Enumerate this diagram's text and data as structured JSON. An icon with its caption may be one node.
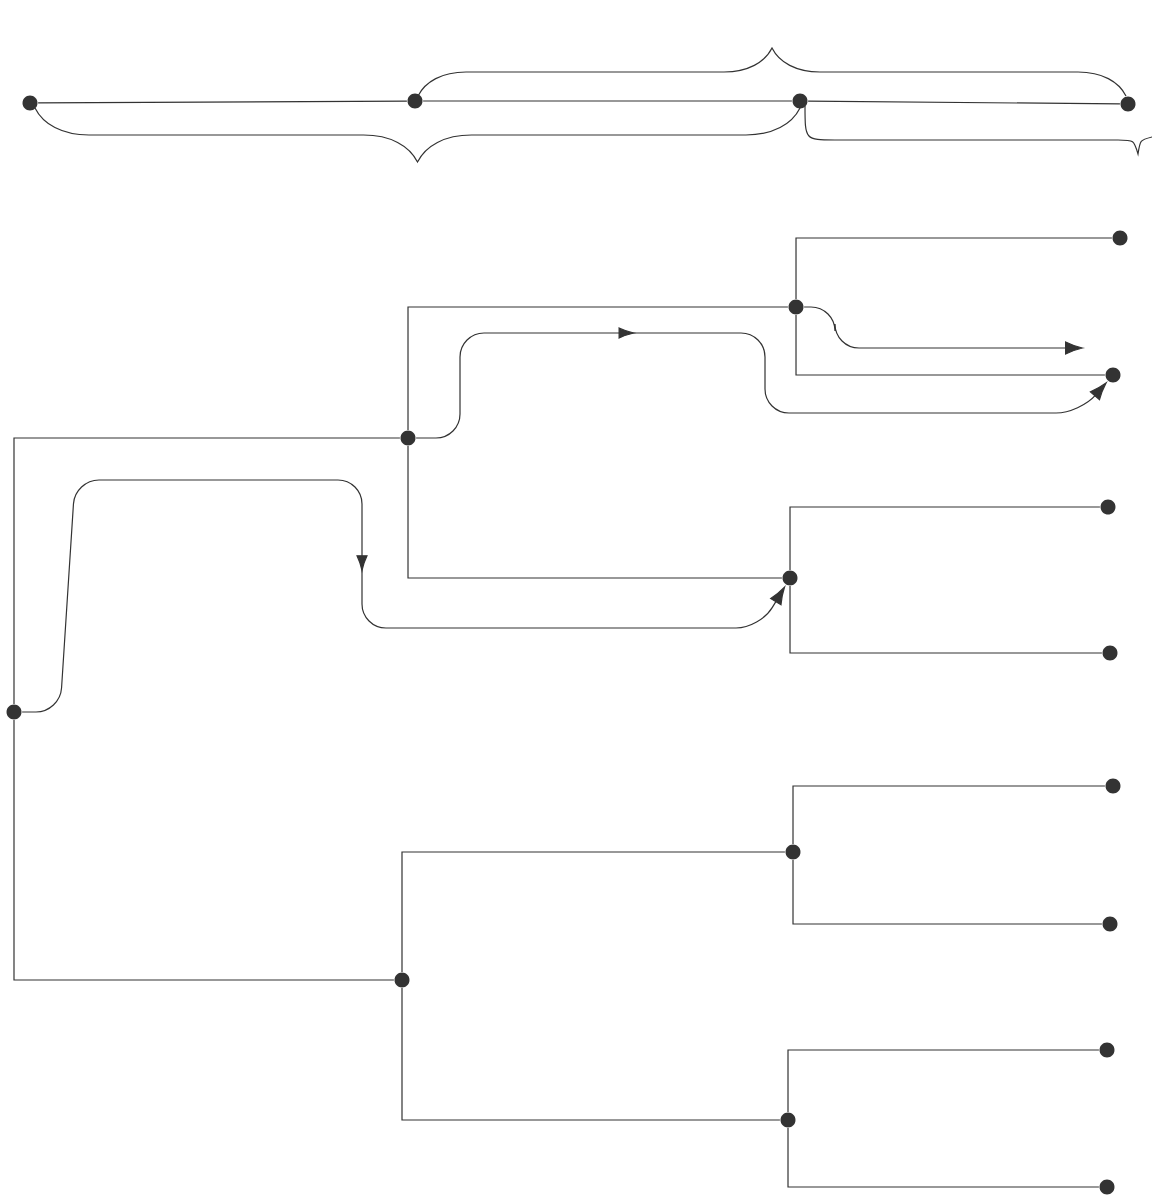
{
  "diagram": {
    "nodes": [
      {
        "text": [],
        "shape": "circle"
      },
      {
        "text": [],
        "shape": "circle"
      },
      {
        "text": [],
        "shape": "circle"
      },
      {
        "text": [],
        "shape": "circle"
      },
      {
        "text": [],
        "shape": "circle"
      },
      {
        "text": [],
        "shape": "circle"
      },
      {
        "text": [],
        "shape": "circle"
      },
      {
        "text": [],
        "shape": "circle"
      },
      {
        "text": [],
        "shape": "circle"
      },
      {
        "text": [],
        "shape": "circle"
      },
      {
        "text": [],
        "shape": "circle"
      },
      {
        "text": [],
        "shape": "circle"
      },
      {
        "text": [],
        "shape": "circle"
      },
      {
        "text": [],
        "shape": "circle"
      },
      {
        "text": [],
        "shape": "circle"
      },
      {
        "text": [],
        "shape": "circle"
      },
      {
        "text": [],
        "shape": "circle"
      },
      {
        "text": [],
        "shape": "circle"
      },
      {
        "text": [],
        "shape": "circle"
      }
    ],
    "edges": [
      {
        "from": 0,
        "to": 1,
        "arrow": "none"
      },
      {
        "from": 1,
        "to": 2,
        "arrow": "none"
      },
      {
        "from": 2,
        "to": 3,
        "arrow": "none"
      },
      {
        "from": 11,
        "to": 7,
        "arrow": "none"
      },
      {
        "from": 11,
        "to": 15,
        "arrow": "none"
      },
      {
        "from": 7,
        "to": 5,
        "arrow": "none"
      },
      {
        "from": 7,
        "to": 9,
        "arrow": "none"
      },
      {
        "from": 5,
        "to": 4,
        "arrow": "none"
      },
      {
        "from": 5,
        "to": 6,
        "arrow": "none"
      },
      {
        "from": 9,
        "to": 8,
        "arrow": "none"
      },
      {
        "from": 9,
        "to": 10,
        "arrow": "none"
      },
      {
        "from": 15,
        "to": 13,
        "arrow": "none"
      },
      {
        "from": 15,
        "to": 17,
        "arrow": "none"
      },
      {
        "from": 13,
        "to": 12,
        "arrow": "none"
      },
      {
        "from": 13,
        "to": 14,
        "arrow": "none"
      },
      {
        "from": 17,
        "to": 16,
        "arrow": "none"
      },
      {
        "from": 17,
        "to": 18,
        "arrow": "none"
      },
      {
        "from": 11,
        "to": 9,
        "arrow": "to"
      },
      {
        "from": 7,
        "to": 6,
        "arrow": "to"
      },
      {
        "from": 5,
        "to": null,
        "arrow": "to"
      }
    ]
  }
}
